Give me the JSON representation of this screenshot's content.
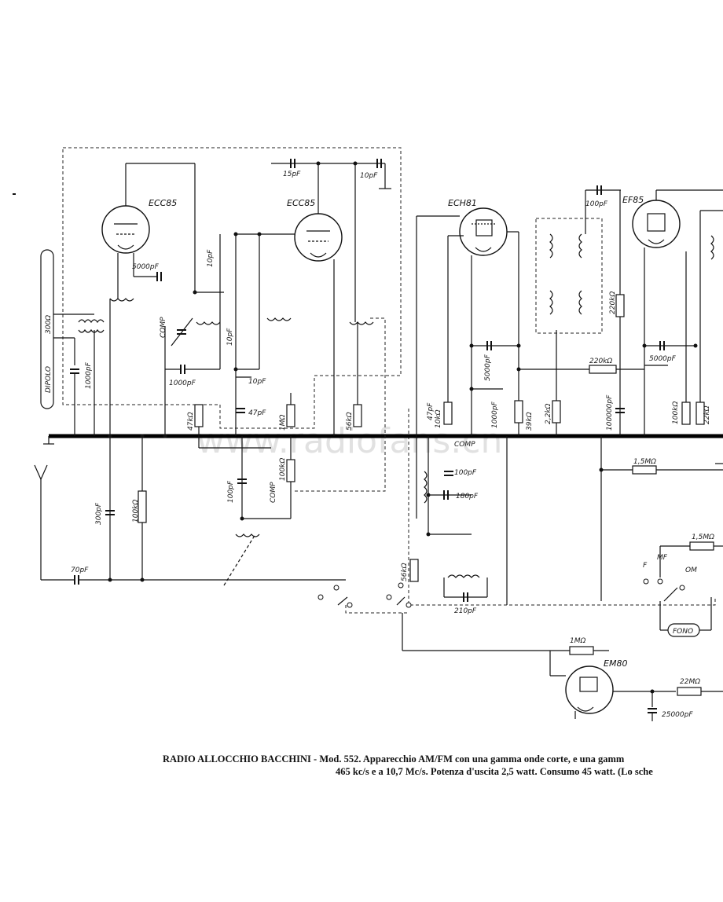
{
  "watermark": "www.radiofans.cn",
  "caption": {
    "line1": "RADIO ALLOCCHIO BACCHINI - Mod. 552. Apparecchio AM/FM con una gamma onde corte, e una gamm",
    "line2": "465 kc/s e a 10,7 Mc/s. Potenza d'uscita 2,5 watt. Consumo 45 watt. (Lo sche"
  },
  "tubes": {
    "v1": "ECC85",
    "v2": "ECC85",
    "v3": "ECH81",
    "v4": "EF85",
    "v5": "EM80"
  },
  "labels": {
    "dipolo": "DIPOLO",
    "ohm300": "300Ω",
    "c1000a": "1000pF",
    "c5000a": "5000pF",
    "c10a": "10pF",
    "comp1": "COMP",
    "c1000b": "1000pF",
    "c10b": "10pF",
    "c10c": "10pF",
    "c47": "47pF",
    "r47k": "47kΩ",
    "c15": "15pF",
    "c10d": "10pF",
    "r1m": "1MΩ",
    "r56k": "56kΩ",
    "r100k_a": "100kΩ",
    "comp2": "COMP",
    "c100a": "100pF",
    "c300": "300pF",
    "r100k_b": "100kΩ",
    "c70": "70pF",
    "c47b": "47pF",
    "r10k": "10kΩ",
    "comp3": "COMP",
    "c100b": "100pF",
    "c180": "180pF",
    "r56k_b": "56kΩ",
    "c210": "210pF",
    "c5000b": "5000pF",
    "c1000c": "1000pF",
    "r39k": "39kΩ",
    "r22k": "2,2kΩ",
    "c100c": "100pF",
    "r220k_a": "220kΩ",
    "r220k_b": "220kΩ",
    "c100000": "100000pF",
    "c5000c": "5000pF",
    "r100k_c": "100kΩ",
    "r22k_b": "22kΩ",
    "r15m_a": "1,5MΩ",
    "r15m_b": "1,5MΩ",
    "sw_f": "F",
    "sw_mf": "MF",
    "sw_om": "OM",
    "fono": "FONO",
    "r1m_b": "1MΩ",
    "r22m": "22MΩ",
    "c25000": "25000pF"
  },
  "colors": {
    "ink": "#111111",
    "paper": "#ffffff"
  }
}
